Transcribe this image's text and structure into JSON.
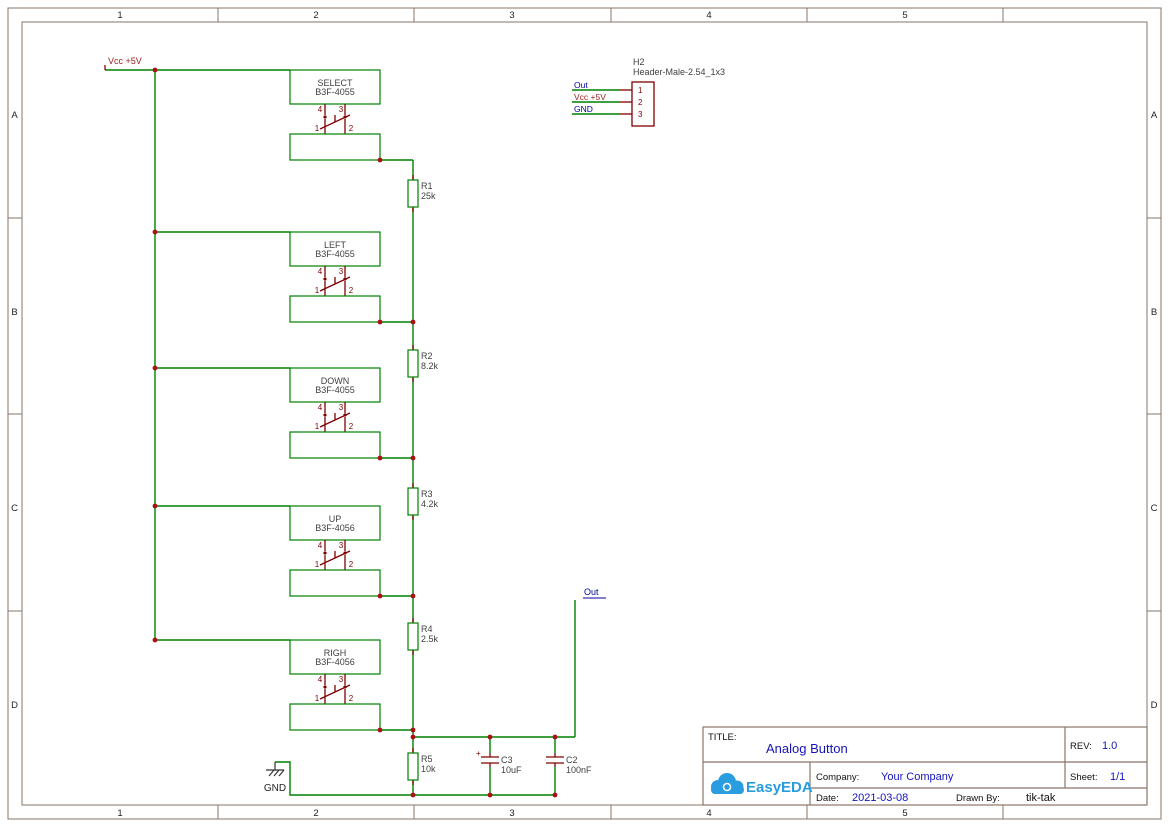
{
  "frame": {
    "cols": [
      "1",
      "2",
      "3",
      "4",
      "5"
    ],
    "rows": [
      "A",
      "B",
      "C",
      "D"
    ]
  },
  "net_labels": {
    "vcc": "Vcc +5V",
    "gnd": "GND",
    "out": "Out"
  },
  "components": {
    "buttons": [
      {
        "name": "SELECT",
        "part": "B3F-4055"
      },
      {
        "name": "LEFT",
        "part": "B3F-4055"
      },
      {
        "name": "DOWN",
        "part": "B3F-4055"
      },
      {
        "name": "UP",
        "part": "B3F-4056"
      },
      {
        "name": "RIGH",
        "part": "B3F-4056"
      }
    ],
    "pin_numbers": {
      "p4": "4",
      "p3": "3",
      "p1": "1",
      "p2": "2"
    },
    "resistors": [
      {
        "ref": "R1",
        "value": "25k"
      },
      {
        "ref": "R2",
        "value": "8.2k"
      },
      {
        "ref": "R3",
        "value": "4.2k"
      },
      {
        "ref": "R4",
        "value": "2.5k"
      },
      {
        "ref": "R5",
        "value": "10k"
      }
    ],
    "capacitors": [
      {
        "ref": "C3",
        "value": "10uF",
        "polarity": "+"
      },
      {
        "ref": "C2",
        "value": "100nF"
      }
    ],
    "header": {
      "ref": "H2",
      "part": "Header-Male-2.54_1x3",
      "pins": [
        "1",
        "2",
        "3"
      ],
      "nets": [
        "Out",
        "Vcc +5V",
        "GND"
      ]
    }
  },
  "title_block": {
    "title_label": "TITLE:",
    "title": "Analog Button",
    "rev_label": "REV:",
    "rev": "1.0",
    "company_label": "Company:",
    "company": "Your Company",
    "sheet_label": "Sheet:",
    "sheet": "1/1",
    "date_label": "Date:",
    "date": "2021-03-08",
    "drawn_by_label": "Drawn By:",
    "drawn_by": "tik-tak",
    "logo_text": "EasyEDA"
  },
  "colors": {
    "wire_green": "#008000",
    "pin_maroon": "#800000",
    "junction_red": "#aa1111",
    "label_gray": "#404040",
    "net_blue": "#000099",
    "net_red": "#9b1b1b",
    "value_blue": "#1414b8",
    "frame_brown": "#8a7468",
    "logo_blue": "#2a9ce0"
  }
}
